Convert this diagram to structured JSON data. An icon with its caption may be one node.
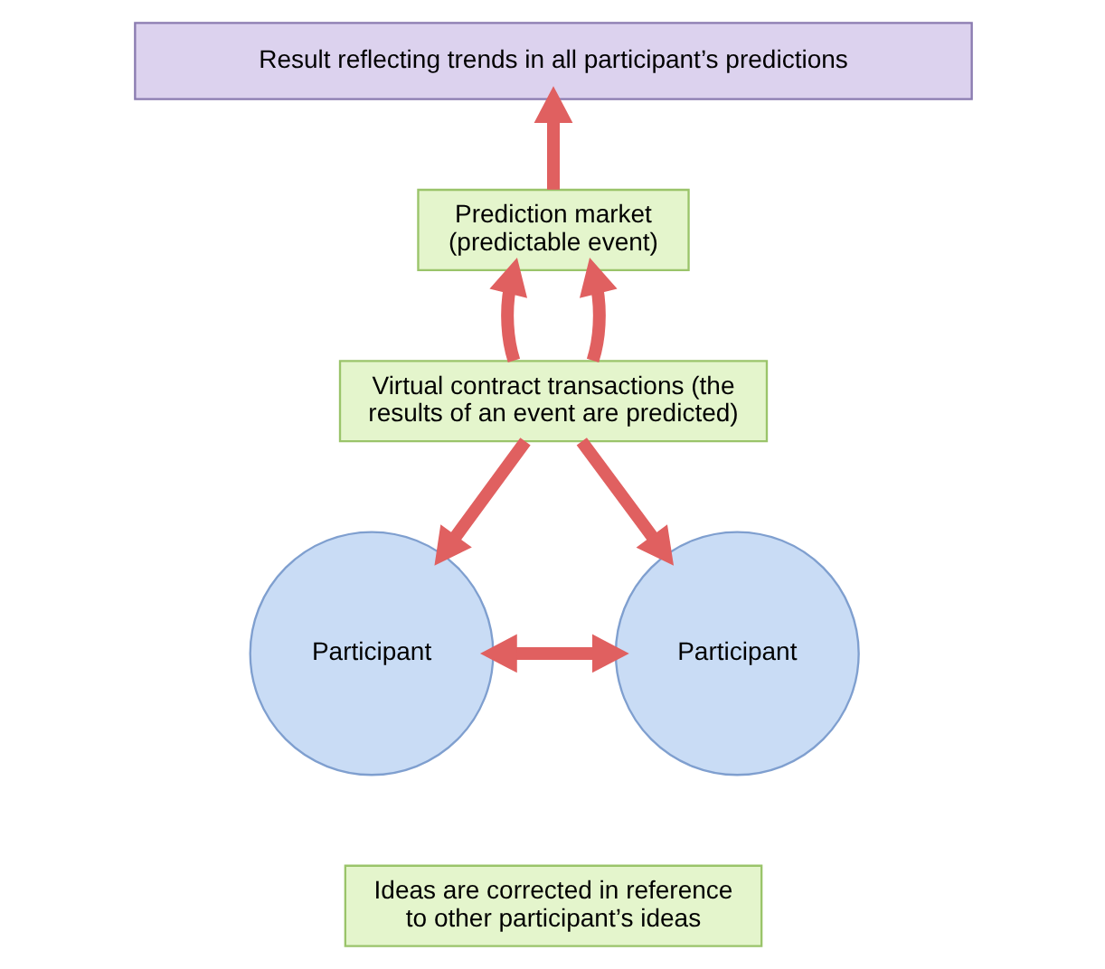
{
  "diagram": {
    "nodes": [
      {
        "text": [
          "Result reflecting trends in all participant’s predictions"
        ]
      },
      {
        "text": [
          "Prediction market (predictable event)"
        ]
      },
      {
        "text": [
          "Virtual contract transactions (the results of an event are predicted)"
        ]
      },
      {
        "text": [
          "Participant"
        ]
      },
      {
        "text": [
          "Participant"
        ]
      },
      {
        "text": [
          "Ideas are corrected in reference to other participant’s ideas"
        ]
      }
    ],
    "edges": [
      {
        "from": 1,
        "to": 0,
        "arrow": "to"
      },
      {
        "from": 2,
        "to": 1,
        "arrow": "to"
      },
      {
        "from": 2,
        "to": 1,
        "arrow": "to"
      },
      {
        "from": 2,
        "to": 3,
        "arrow": "to"
      },
      {
        "from": 2,
        "to": 4,
        "arrow": "to"
      },
      {
        "from": 3,
        "to": 4,
        "arrow": "both"
      }
    ]
  }
}
